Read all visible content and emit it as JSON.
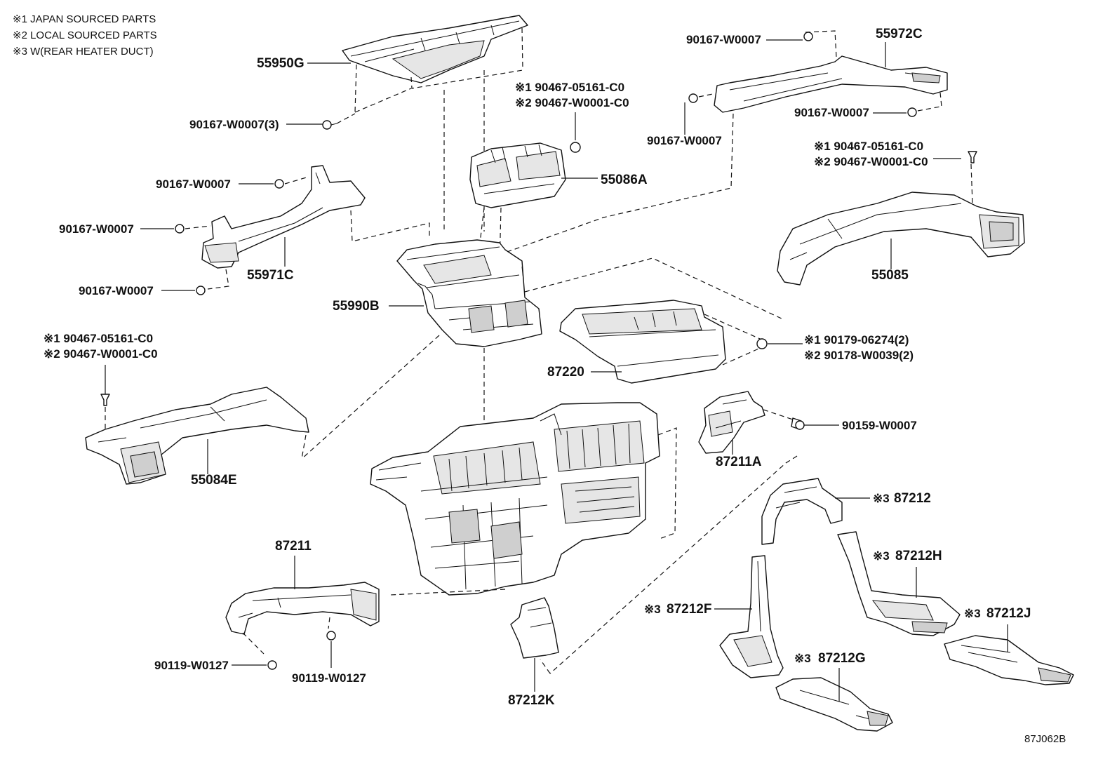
{
  "notes": [
    "※1 JAPAN SOURCED PARTS",
    "※2 LOCAL SOURCED PARTS",
    "※3 W(REAR HEATER DUCT)"
  ],
  "parts": {
    "p55950G": "55950G",
    "p55972C": "55972C",
    "p55086A": "55086A",
    "p55971C": "55971C",
    "p55990B": "55990B",
    "p55085": "55085",
    "p87220": "87220",
    "p55084E": "55084E",
    "p87211A": "87211A",
    "p87212": "87212",
    "p87212H": "87212H",
    "p87211": "87211",
    "p87212F": "87212F",
    "p87212J": "87212J",
    "p87212G": "87212G",
    "p87212K": "87212K"
  },
  "marks": {
    "m87212": "※3",
    "m87212H": "※3",
    "m87212F": "※3",
    "m87212J": "※3",
    "m87212G": "※3"
  },
  "fasteners": {
    "f_90167_W0007_3": "90167-W0007(3)",
    "f_top_right_a": "90167-W0007",
    "f_top_right_b": "90167-W0007",
    "f_top_right_c": "90167-W0007",
    "f_left_a": "90167-W0007",
    "f_left_b": "90167-W0007",
    "f_left_c": "90167-W0007",
    "f_90159": "90159-W0007",
    "f_90119_a": "90119-W0127",
    "f_90119_b": "90119-W0127"
  },
  "clips": {
    "c_center_1": "※1 90467-05161-C0",
    "c_center_2": "※2 90467-W0001-C0",
    "c_right_1": "※1 90467-05161-C0",
    "c_right_2": "※2 90467-W0001-C0",
    "c_left_1": "※1 90467-05161-C0",
    "c_left_2": "※2 90467-W0001-C0",
    "n_right_1": "※1 90179-06274(2)",
    "n_right_2": "※2 90178-W0039(2)"
  },
  "diagram_id": "87J062B"
}
